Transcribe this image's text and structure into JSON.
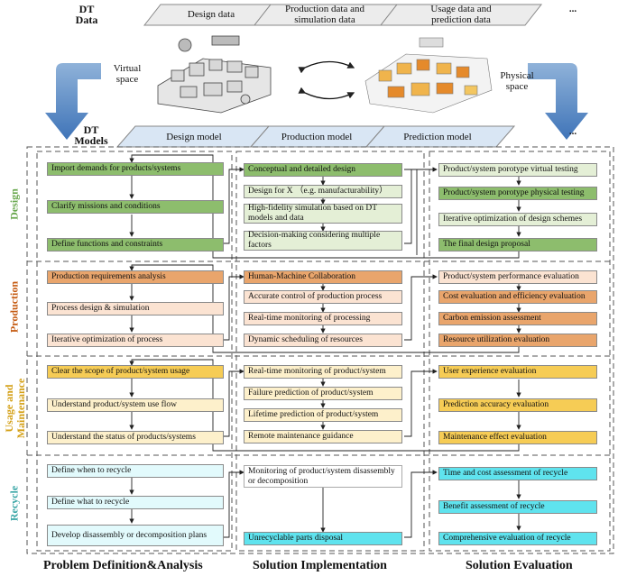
{
  "header": {
    "dt_data_label": "DT\nData",
    "dt_models_label": "DT\nModels",
    "data_items": [
      "Design data",
      "Production data and\nsimulation data",
      "Usage data and\nprediction data",
      "..."
    ],
    "model_items": [
      "Design model",
      "Production model",
      "Prediction model",
      "..."
    ],
    "virtual_space": "Virtual\nspace",
    "physical_space": "Physical\nspace"
  },
  "rows": [
    {
      "label": "Design",
      "color": "#6aa84f"
    },
    {
      "label": "Production",
      "color": "#c55a11"
    },
    {
      "label": "Usage and\nMaintenance",
      "color": "#d4a017"
    },
    {
      "label": "Recycle",
      "color": "#3aa6a6"
    }
  ],
  "columns": {
    "col1": {
      "title": "Problem Definition&Analysis",
      "design": [
        "Import demands for products/systems",
        "Clarify missions and conditions",
        "Define functions and constraints"
      ],
      "production": [
        "Production requirements analysis",
        "Process design & simulation",
        "Iterative optimization of process"
      ],
      "usage": [
        "Clear the scope of product/system usage",
        "Understand product/system use flow",
        "Understand the status of products/systems"
      ],
      "recycle": [
        "Define when to recycle",
        "Define what to recycle",
        "Develop disassembly or decomposition plans"
      ]
    },
    "col2": {
      "title": "Solution Implementation",
      "design": [
        "Conceptual and detailed design",
        "Design for X （e.g. manufacturability）",
        "High-fidelity simulation based on DT models and data",
        "Decision-making considering multiple factors"
      ],
      "production": [
        "Human-Machine Collaboration",
        "Accurate control of production process",
        "Real-time monitoring of processing",
        "Dynamic scheduling of resources"
      ],
      "usage": [
        "Real-time monitoring of product/system",
        "Failure prediction of product/system",
        "Lifetime prediction of product/system",
        "Remote maintenance guidance"
      ],
      "recycle": [
        "Monitoring of product/system disassembly or decomposition",
        "Unrecyclable parts disposal"
      ]
    },
    "col3": {
      "title": "Solution Evaluation",
      "design": [
        "Product/system porotype virtual testing",
        "Product/system porotype physical testing",
        "Iterative optimization of design schemes",
        "The final design proposal"
      ],
      "production": [
        "Product/system performance evaluation",
        "Cost evaluation and efficiency evaluation",
        "Carbon emission assessment",
        "Resource utilization evaluation"
      ],
      "usage": [
        "User experience evaluation",
        "Prediction accuracy evaluation",
        "Maintenance effect evaluation"
      ],
      "recycle": [
        "Time and cost assessment of recycle",
        "Benefit assessment of recycle",
        "Comprehensive evaluation of recycle"
      ]
    }
  }
}
